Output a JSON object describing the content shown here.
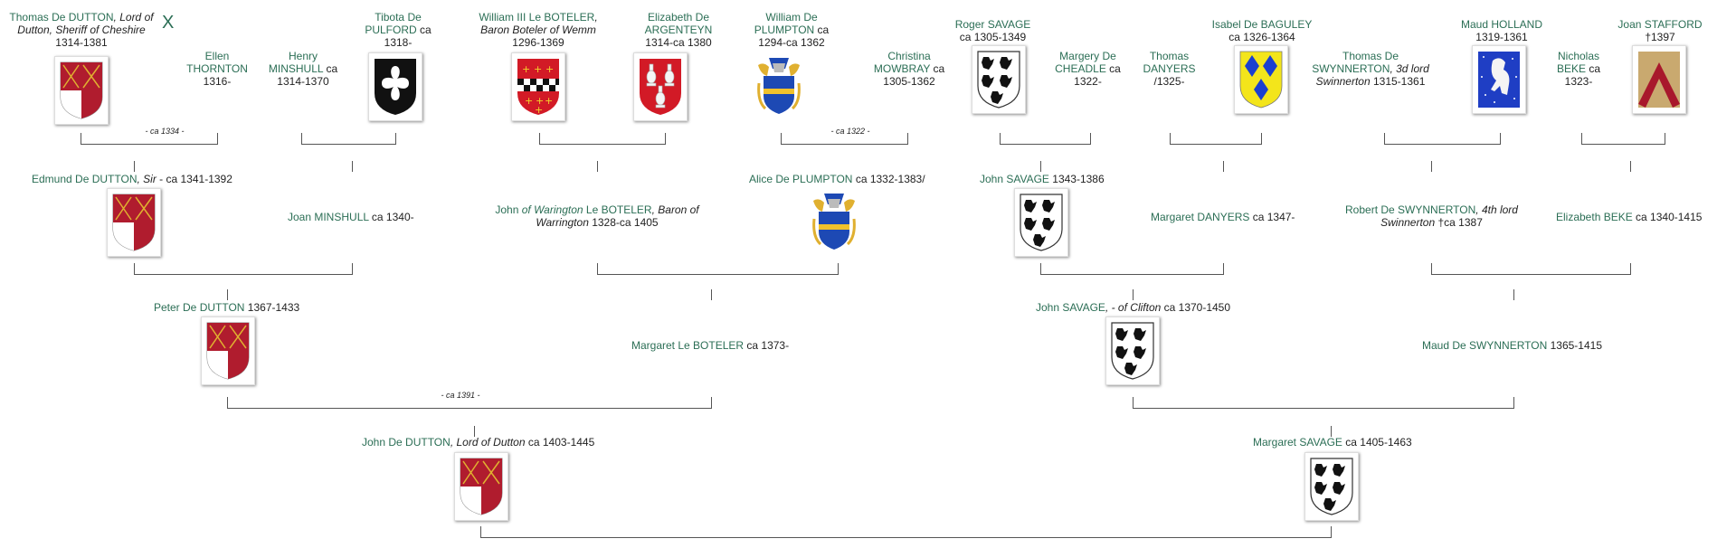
{
  "close_label": "X",
  "people": {
    "thomas_dutton": {
      "name": "Thomas De DUTTON",
      "title": ", Lord of Dutton, Sheriff of Cheshire",
      "dates": " 1314-1381"
    },
    "ellen_thornton": {
      "name": "Ellen THORNTON",
      "dates": "1316-"
    },
    "henry_minshull": {
      "name": "Henry MINSHULL",
      "dates": " ca 1314-1370"
    },
    "tibota_pulford": {
      "name": "Tibota De PULFORD",
      "dates": " ca 1318-"
    },
    "william_boteler": {
      "name": "William III Le BOTELER",
      "title": ", Baron Boteler of Wemm",
      "dates": " 1296-1369"
    },
    "elizabeth_argenteyn": {
      "name": "Elizabeth De ARGENTEYN",
      "dates": " 1314-ca 1380"
    },
    "william_plumpton": {
      "name": "William De PLUMPTON",
      "dates": " ca 1294-ca 1362"
    },
    "christina_mowbray": {
      "name": "Christina MOWBRAY",
      "dates": " ca 1305-1362"
    },
    "roger_savage": {
      "name": "Roger SAVAGE",
      "dates": " ca 1305-1349"
    },
    "margery_cheadle": {
      "name": "Margery De CHEADLE",
      "dates": " ca 1322-"
    },
    "thomas_danyers": {
      "name": "Thomas DANYERS",
      "dates": " /1325-"
    },
    "isabel_baguley": {
      "name": "Isabel De BAGULEY",
      "dates": " ca 1326-1364"
    },
    "thomas_swynnerton": {
      "name": "Thomas De SWYNNERTON",
      "title": ", 3d lord Swinnerton",
      "dates": " 1315-1361"
    },
    "maud_holland": {
      "name": "Maud HOLLAND",
      "dates": " 1319-1361"
    },
    "nicholas_beke": {
      "name": "Nicholas BEKE",
      "dates": " ca 1323-"
    },
    "joan_stafford": {
      "name": "Joan STAFFORD",
      "dates": " †1397"
    },
    "edmund_dutton": {
      "name": "Edmund De DUTTON",
      "title": ", Sir",
      "dates": " - ca 1341-1392"
    },
    "joan_minshull": {
      "name": "Joan MINSHULL",
      "dates": " ca 1340-"
    },
    "john_boteler": {
      "name": "John ",
      "name_it": "of Warington",
      "name2": " Le BOTELER",
      "title": ", Baron of Warrington",
      "dates": " 1328-ca 1405"
    },
    "alice_plumpton": {
      "name": "Alice De PLUMPTON",
      "dates": " ca 1332-1383/"
    },
    "john_savage_1": {
      "name": "John SAVAGE",
      "dates": " 1343-1386"
    },
    "margaret_danyers": {
      "name": "Margaret DANYERS",
      "dates": " ca 1347-"
    },
    "robert_swynnerton": {
      "name": "Robert De SWYNNERTON",
      "title": ", 4th lord Swinnerton",
      "dates": " †ca 1387"
    },
    "elizabeth_beke": {
      "name": "Elizabeth BEKE",
      "dates": " ca 1340-1415"
    },
    "peter_dutton": {
      "name": "Peter De DUTTON",
      "dates": " 1367-1433"
    },
    "margaret_boteler": {
      "name": "Margaret Le BOTELER",
      "dates": " ca 1373-"
    },
    "john_savage_2": {
      "name": "John SAVAGE",
      "title": ", - of Clifton",
      "dates": " ca 1370-1450"
    },
    "maud_swynnerton": {
      "name": "Maud De SWYNNERTON",
      "dates": " 1365-1415"
    },
    "john_dutton": {
      "name": "John De DUTTON",
      "title": ", Lord of Dutton",
      "dates": " ca 1403-1445"
    },
    "margaret_savage": {
      "name": "Margaret SAVAGE",
      "dates": " ca 1405-1463"
    }
  },
  "marriages": {
    "m1": "- ca 1334 -",
    "m2": "- ca 1322 -",
    "m3": "- ca 1391 -"
  },
  "colors": {
    "name_link": "#2b6e55",
    "dutton_red": "#b01c2e",
    "savage_black": "#111111",
    "baguley_yellow": "#f3e51b",
    "baguley_blue": "#1a3fd0",
    "holland_blue": "#1f3ec4",
    "plumpton_blue": "#1d49b4",
    "stafford_bg": "#c9a96f",
    "stafford_chevron": "#a8182c"
  },
  "shields": [
    "dutton-shield",
    "pulford-shield",
    "boteler-shield",
    "argenteyn-shield",
    "plumpton-shield",
    "savage-shield",
    "baguley-shield",
    "holland-shield",
    "stafford-shield"
  ]
}
